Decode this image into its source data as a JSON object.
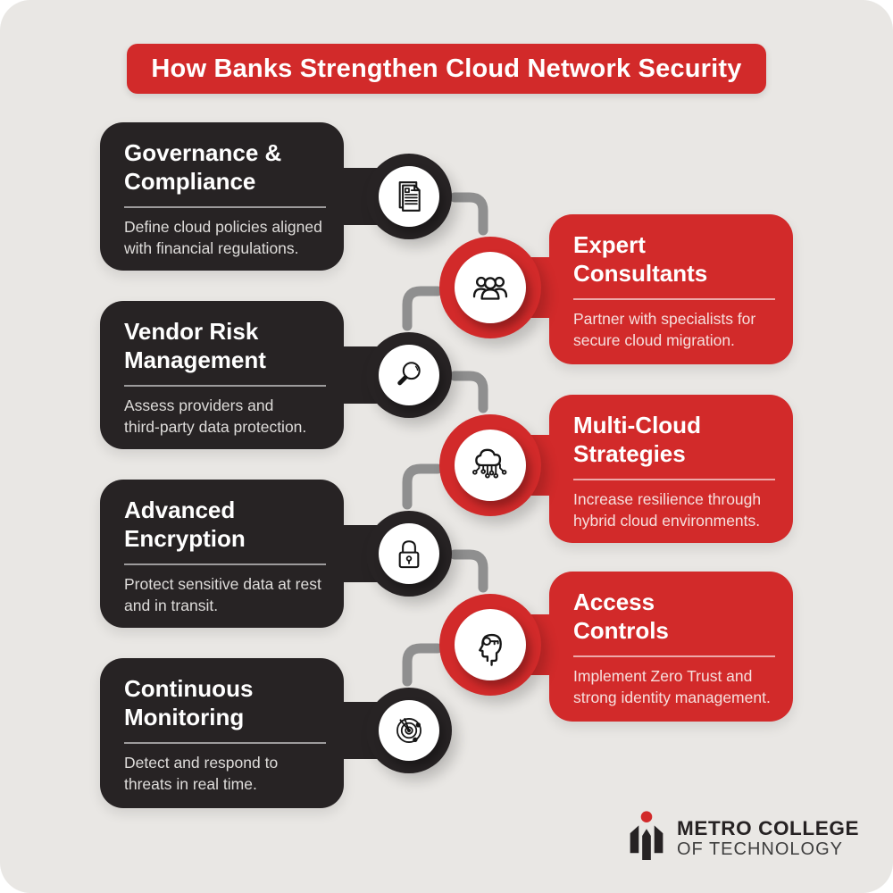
{
  "title": "How Banks Strengthen Cloud Network Security",
  "cards": [
    {
      "title": "Governance &\nCompliance",
      "desc": "Define cloud policies aligned\nwith financial regulations.",
      "icon": "document-icon",
      "theme": "dark"
    },
    {
      "title": "Expert\nConsultants",
      "desc": "Partner with specialists for\nsecure cloud migration.",
      "icon": "people-icon",
      "theme": "red"
    },
    {
      "title": "Vendor Risk\nManagement",
      "desc": "Assess providers and\nthird-party data protection.",
      "icon": "magnifier-icon",
      "theme": "dark"
    },
    {
      "title": "Multi-Cloud\nStrategies",
      "desc": "Increase resilience through\nhybrid cloud environments.",
      "icon": "cloud-circuit-icon",
      "theme": "red"
    },
    {
      "title": "Advanced\nEncryption",
      "desc": "Protect sensitive data at rest\nand in transit.",
      "icon": "lock-icon",
      "theme": "dark"
    },
    {
      "title": "Access\nControls",
      "desc": "Implement Zero Trust and\nstrong identity management.",
      "icon": "head-key-icon",
      "theme": "red"
    },
    {
      "title": "Continuous\nMonitoring",
      "desc": "Detect and respond to\nthreats in real time.",
      "icon": "radar-icon",
      "theme": "dark"
    }
  ],
  "logo": {
    "line1": "METRO COLLEGE",
    "line2": "OF TECHNOLOGY"
  },
  "colors": {
    "red": "#d22a2a",
    "dark": "#272324",
    "background": "#e9e7e4",
    "connector": "#8f8f8f",
    "title_text": "#ffffff"
  }
}
